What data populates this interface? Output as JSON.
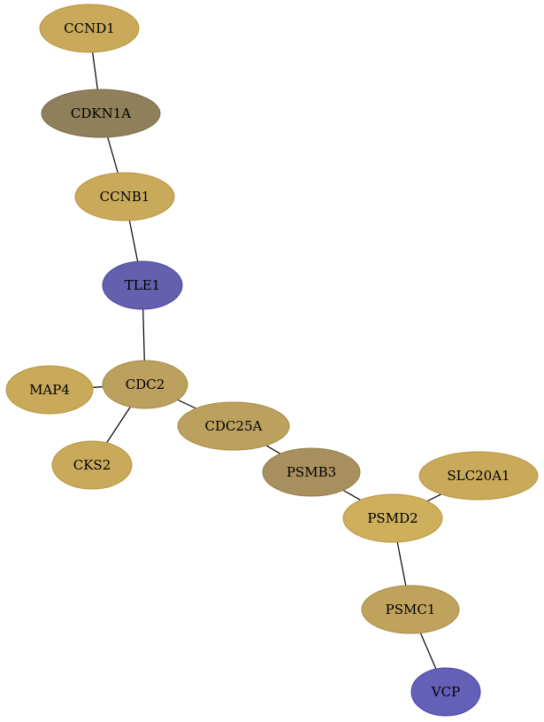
{
  "nodes": [
    {
      "id": "CCND1",
      "label": "CCND1",
      "fill": "#c9a95a",
      "stroke": "#b8953d"
    },
    {
      "id": "CDKN1A",
      "label": "CDKN1A",
      "fill": "#8f7f5a",
      "stroke": "#7a6a45"
    },
    {
      "id": "CCNB1",
      "label": "CCNB1",
      "fill": "#c9a95a",
      "stroke": "#b8953d"
    },
    {
      "id": "TLE1",
      "label": "TLE1",
      "fill": "#6460ad",
      "stroke": "#4a46a0"
    },
    {
      "id": "MAP4",
      "label": "MAP4",
      "fill": "#c9a95a",
      "stroke": "#b8953d"
    },
    {
      "id": "CDC2",
      "label": "CDC2",
      "fill": "#bba05e",
      "stroke": "#a88c45"
    },
    {
      "id": "CKS2",
      "label": "CKS2",
      "fill": "#c9a95a",
      "stroke": "#b8953d"
    },
    {
      "id": "CDC25A",
      "label": "CDC25A",
      "fill": "#bba05e",
      "stroke": "#a88c45"
    },
    {
      "id": "PSMB3",
      "label": "PSMB3",
      "fill": "#a8905e",
      "stroke": "#957d48"
    },
    {
      "id": "SLC20A1",
      "label": "SLC20A1",
      "fill": "#c9a95a",
      "stroke": "#b8953d"
    },
    {
      "id": "PSMD2",
      "label": "PSMD2",
      "fill": "#cdaf5c",
      "stroke": "#b8953d"
    },
    {
      "id": "PSMC1",
      "label": "PSMC1",
      "fill": "#bfa25c",
      "stroke": "#a88c45"
    },
    {
      "id": "VCP",
      "label": "VCP",
      "fill": "#6460b8",
      "stroke": "#4a46a8"
    }
  ],
  "edges": [
    {
      "source": "CCND1",
      "target": "CDKN1A"
    },
    {
      "source": "CDKN1A",
      "target": "CCNB1"
    },
    {
      "source": "CCNB1",
      "target": "TLE1"
    },
    {
      "source": "TLE1",
      "target": "CDC2"
    },
    {
      "source": "CDC2",
      "target": "MAP4"
    },
    {
      "source": "CDC2",
      "target": "CKS2"
    },
    {
      "source": "CDC2",
      "target": "CDC25A"
    },
    {
      "source": "CDC25A",
      "target": "PSMB3"
    },
    {
      "source": "PSMB3",
      "target": "PSMD2"
    },
    {
      "source": "PSMD2",
      "target": "SLC20A1"
    },
    {
      "source": "PSMD2",
      "target": "PSMC1"
    },
    {
      "source": "PSMC1",
      "target": "VCP"
    }
  ]
}
